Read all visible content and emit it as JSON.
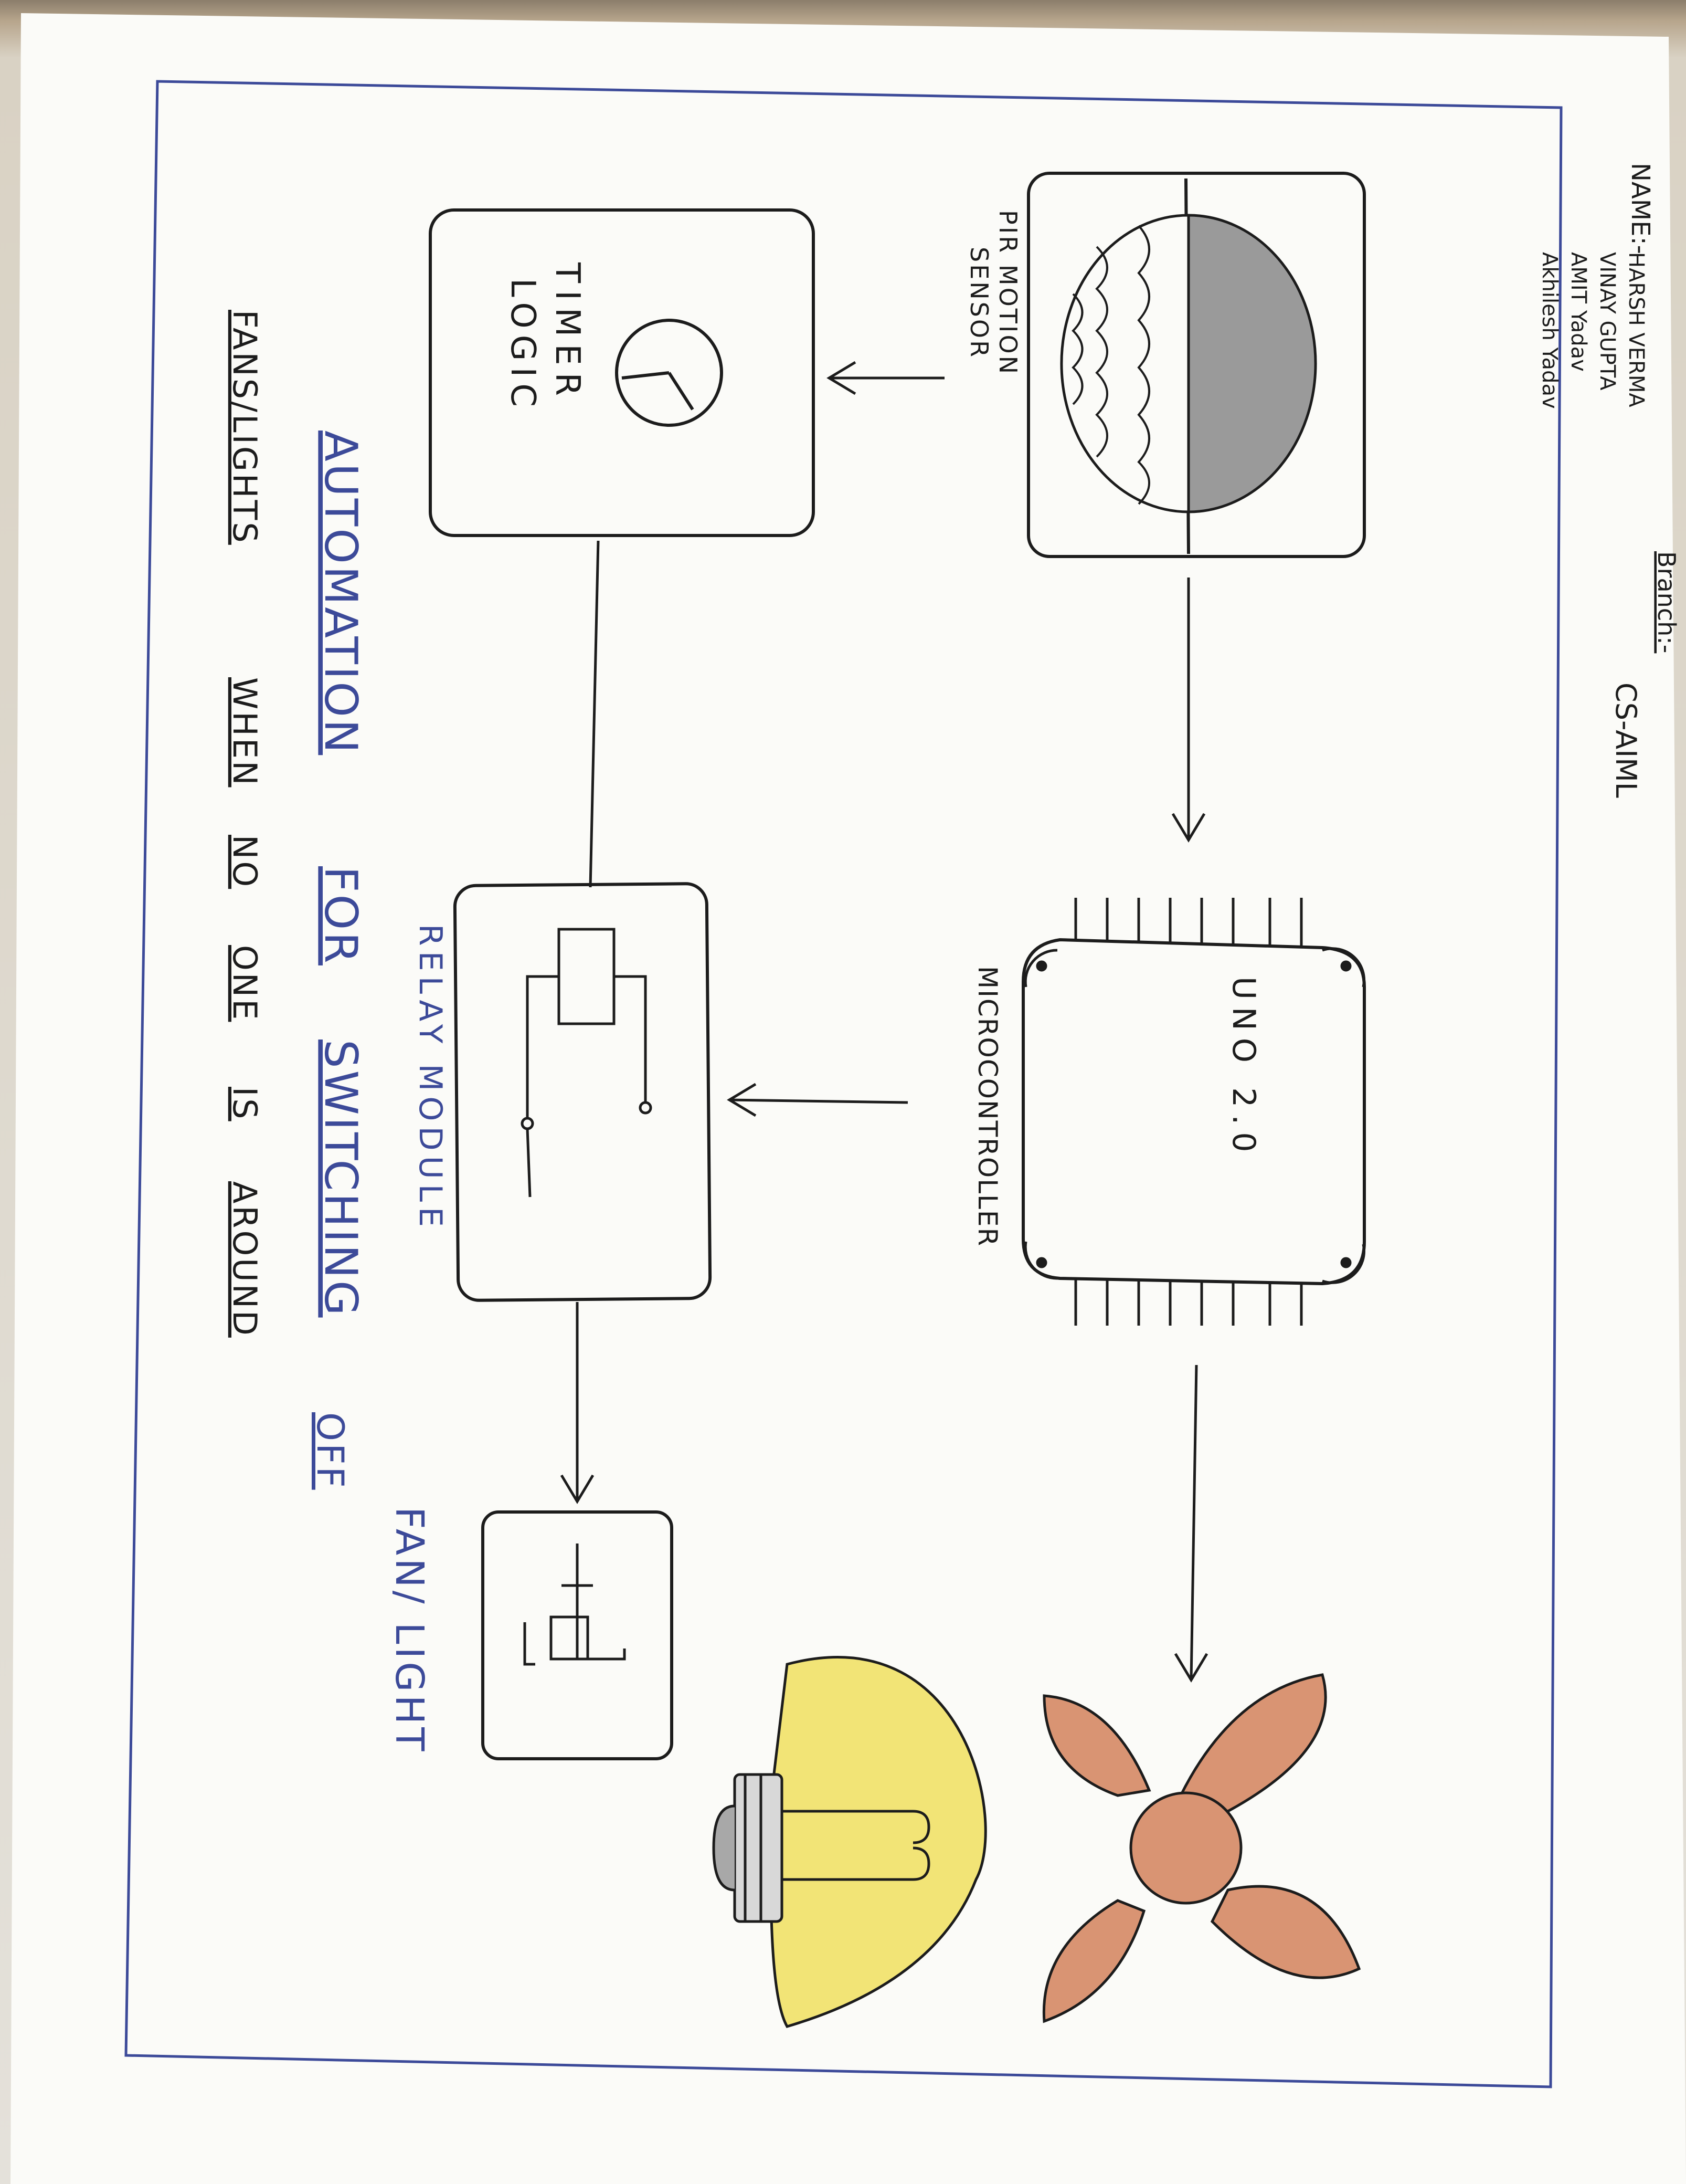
{
  "colors": {
    "paper": "#fbfbf8",
    "ink_black": "#1c1c1c",
    "ink_blue": "#3c4a99",
    "fan_brown": "#d99473",
    "bulb_yellow": "#f2e476",
    "sensor_grey": "#9a9a9a"
  },
  "header": {
    "name_label": "NAME:-",
    "names": [
      "HARSH VERMA",
      "VINAY GUPTA",
      "AMIT Yadav",
      "Akhilesh Yadav"
    ],
    "branch_label": "Branch:-",
    "branch_value": "CS-AIML"
  },
  "blocks": {
    "pir_sensor": {
      "label_line1": "PIR MOTION",
      "label_line2": "SENSOR"
    },
    "timer": {
      "label_line1": "TIMER",
      "label_line2": "LOGIC"
    },
    "microcontroller": {
      "chip_text": "UNO 2.0",
      "label": "MICROCONTROLLER"
    },
    "relay": {
      "label": "RELAY MODULE"
    },
    "output": {
      "label": "FAN/ LIGHT"
    }
  },
  "title": {
    "line1": [
      "AUTOMATION",
      "FOR",
      "SWITCHING",
      "OFF"
    ],
    "line2": [
      "FANS/LIGHTS",
      "WHEN",
      "NO",
      "ONE",
      "IS",
      "AROUND"
    ]
  },
  "icons": [
    "pir-sensor-icon",
    "clock-icon",
    "chip-icon",
    "relay-icon",
    "switch-icon",
    "fan-icon",
    "bulb-icon"
  ]
}
